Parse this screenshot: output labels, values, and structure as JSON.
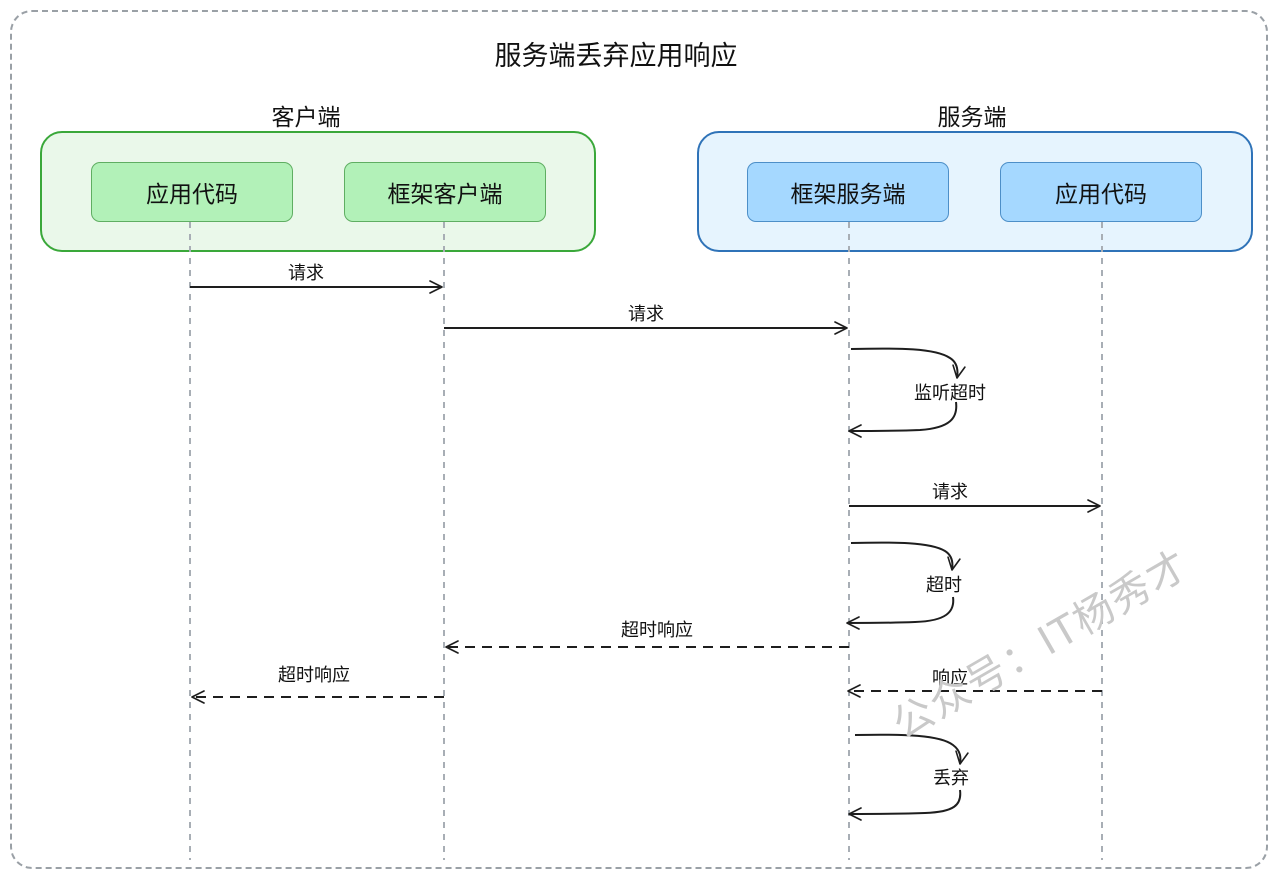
{
  "title": "服务端丢弃应用响应",
  "groups": {
    "client": {
      "label": "客户端"
    },
    "server": {
      "label": "服务端"
    }
  },
  "actors": {
    "client_app": "应用代码",
    "client_framework": "框架客户端",
    "server_framework": "框架服务端",
    "server_app": "应用代码"
  },
  "messages": {
    "m1": "请求",
    "m2": "请求",
    "m3": "监听超时",
    "m4": "请求",
    "m5": "超时",
    "m6": "超时响应",
    "m7": "超时响应",
    "m8": "响应",
    "m9": "丢弃"
  },
  "watermark": "公众号：IT杨秀才",
  "colors": {
    "client_group_fill": "#eaf8ea",
    "client_group_border": "#3aa83a",
    "client_actor_fill": "#b2f1b8",
    "server_group_fill": "#e6f4fe",
    "server_group_border": "#2f73b8",
    "server_actor_fill": "#a5d8ff",
    "lifeline": "#a8aeb5",
    "arrow": "#1e1e1e"
  }
}
